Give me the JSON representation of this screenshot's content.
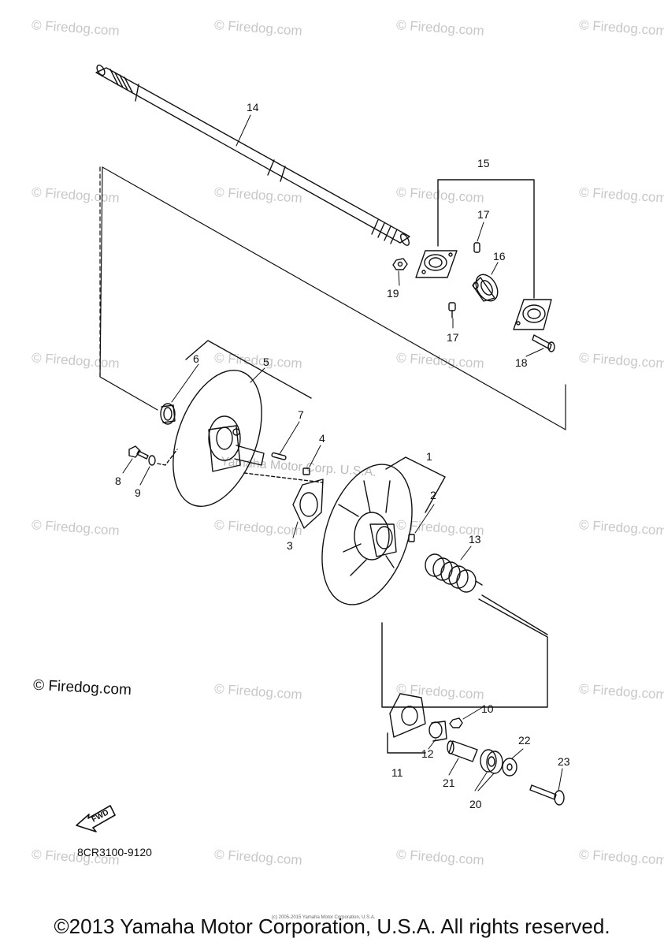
{
  "watermark_text": "© Firedog.com",
  "center_watermark": "Yamaha Motor Corp. U.S.A.",
  "firedog_note": "© Firedog.com",
  "part_code": "8CR3100-9120",
  "fwd_label": "FWD",
  "copyright_small": "(c) 2005-2015 Yamaha Motor Corporation, U.S.A.",
  "copyright_main": "©2013 Yamaha Motor Corporation, U.S.A. All rights reserved.",
  "callouts": {
    "c1": "1",
    "c2": "2",
    "c3": "3",
    "c4": "4",
    "c5": "5",
    "c6": "6",
    "c7": "7",
    "c8": "8",
    "c9": "9",
    "c10": "10",
    "c11": "11",
    "c12": "12",
    "c13": "13",
    "c14": "14",
    "c15": "15",
    "c16": "16",
    "c17a": "17",
    "c17b": "17",
    "c18": "18",
    "c19": "19",
    "c20": "20",
    "c21": "21",
    "c22": "22",
    "c23": "23"
  }
}
